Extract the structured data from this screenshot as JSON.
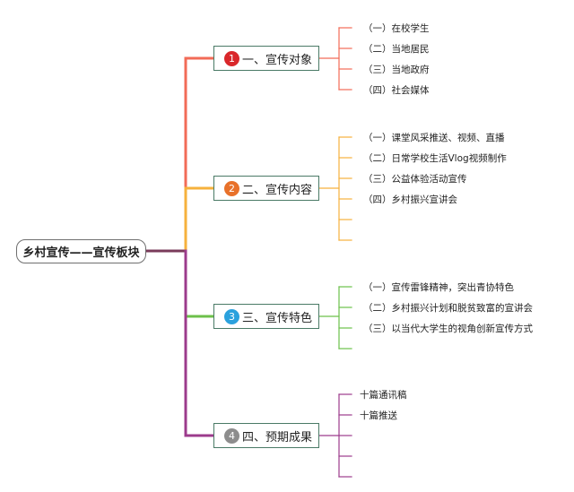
{
  "root": {
    "label": "乡村宣传——宣传板块"
  },
  "branches": [
    {
      "badge": "1",
      "label": "一、宣传对象",
      "color": "#f26b57",
      "badge_color": "#d9272a",
      "leaves": [
        "（一）在校学生",
        "（二）当地居民",
        "（三）当地政府",
        "（四）社会媒体"
      ],
      "empty_slots": 0
    },
    {
      "badge": "2",
      "label": "二、宣传内容",
      "color": "#f6b13c",
      "badge_color": "#e8712a",
      "leaves": [
        "（一）课堂风采推送、视频、直播",
        "（二）日常学校生活Vlog视频制作",
        "（三）公益体验活动宣传",
        "（四）乡村振兴宣讲会"
      ],
      "empty_slots": 2
    },
    {
      "badge": "3",
      "label": "三、宣传特色",
      "color": "#6cc04a",
      "badge_color": "#2aa1dd",
      "leaves": [
        "（一）宣传雷锋精神，突出青协特色",
        "（二）乡村振兴计划和脱贫致富的宣讲会",
        "（三）以当代大学生的视角创新宣传方式"
      ],
      "empty_slots": 1
    },
    {
      "badge": "4",
      "label": "四、预期成果",
      "color": "#9c3b8c",
      "badge_color": "#8d8d8d",
      "leaves": [
        "十篇通讯稿",
        "十篇推送"
      ],
      "empty_slots": 3
    }
  ],
  "colors": {
    "root_link": "#7a3a5a",
    "box_border": "#4a7a66"
  }
}
